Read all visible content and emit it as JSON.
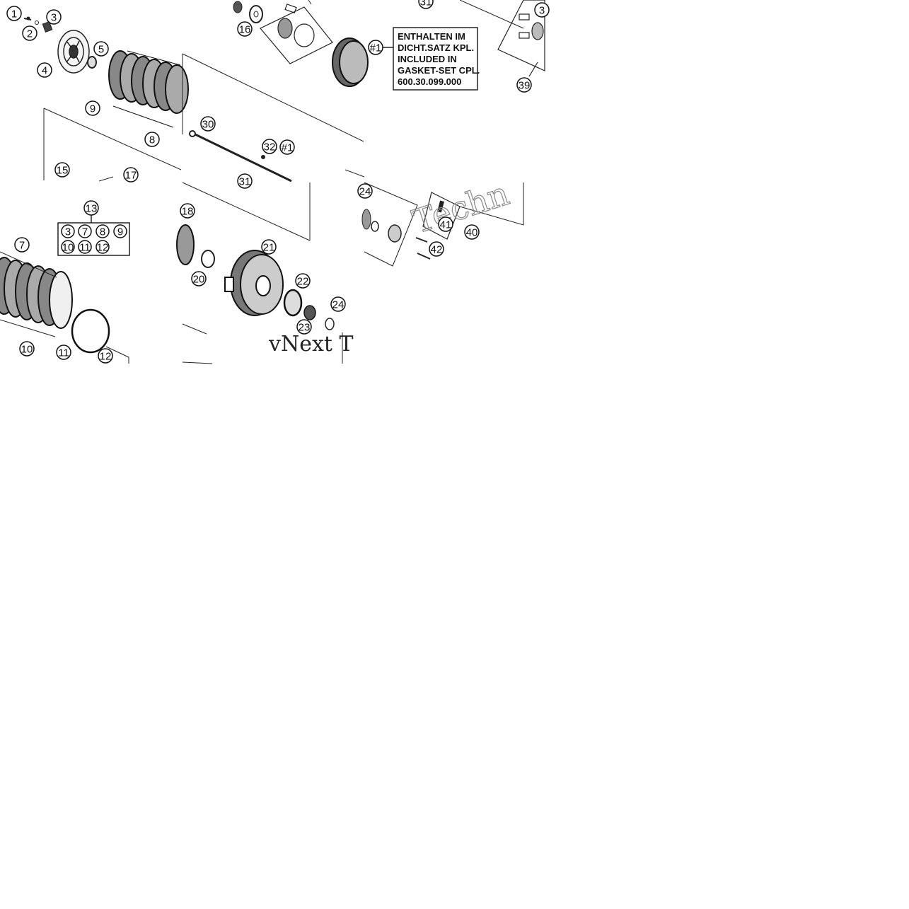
{
  "diagram": {
    "note_lines": [
      "ENTHALTEN IM",
      "DICHT.SATZ KPL.",
      "INCLUDED IN",
      "GASKET-SET CPL.",
      "600.30.099.000"
    ],
    "note_marker": "#1",
    "watermark_large": "Techn",
    "watermark_small": "vNext T",
    "callouts": [
      {
        "id": "p1",
        "label": "1"
      },
      {
        "id": "p2",
        "label": "2"
      },
      {
        "id": "p3",
        "label": "3"
      },
      {
        "id": "p4",
        "label": "4"
      },
      {
        "id": "p5",
        "label": "5"
      },
      {
        "id": "p7",
        "label": "7"
      },
      {
        "id": "p8",
        "label": "8"
      },
      {
        "id": "p9",
        "label": "9"
      },
      {
        "id": "p10",
        "label": "10"
      },
      {
        "id": "p11",
        "label": "11"
      },
      {
        "id": "p12",
        "label": "12"
      },
      {
        "id": "p13",
        "label": "13"
      },
      {
        "id": "p15",
        "label": "15"
      },
      {
        "id": "p16",
        "label": "16"
      },
      {
        "id": "p17",
        "label": "17"
      },
      {
        "id": "p18",
        "label": "18"
      },
      {
        "id": "p20",
        "label": "20"
      },
      {
        "id": "p21",
        "label": "21"
      },
      {
        "id": "p22",
        "label": "22"
      },
      {
        "id": "p23",
        "label": "23"
      },
      {
        "id": "p24a",
        "label": "24"
      },
      {
        "id": "p24b",
        "label": "24"
      },
      {
        "id": "p30",
        "label": "30"
      },
      {
        "id": "p31a",
        "label": "31"
      },
      {
        "id": "p31b",
        "label": "31"
      },
      {
        "id": "p32",
        "label": "32"
      },
      {
        "id": "p39",
        "label": "39"
      },
      {
        "id": "p40",
        "label": "40"
      },
      {
        "id": "p41",
        "label": "41"
      },
      {
        "id": "p42",
        "label": "42"
      },
      {
        "id": "p3c",
        "label": "3"
      },
      {
        "id": "pm1",
        "label": "#1"
      },
      {
        "id": "pm2",
        "label": "#1"
      }
    ],
    "kit_13_items": [
      "3",
      "7",
      "8",
      "9",
      "10",
      "11",
      "12"
    ]
  }
}
